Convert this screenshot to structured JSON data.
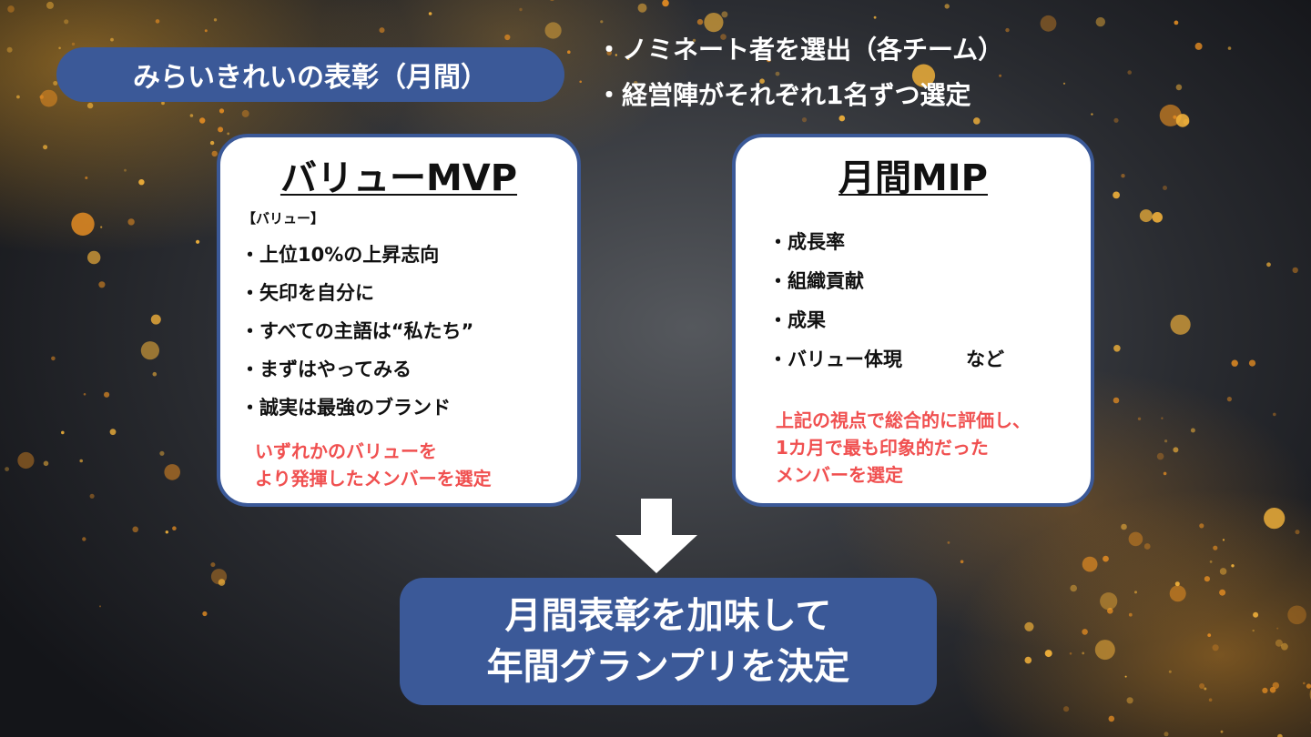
{
  "title": "みらいきれいの表彰（月間）",
  "top_bullets": [
    "・ノミネート者を選出（各チーム）",
    "・経営陣がそれぞれ1名ずつ選定"
  ],
  "value_mvp": {
    "title": "バリューMVP",
    "heading": "【バリュー】",
    "items": [
      "・上位10%の上昇志向",
      "・矢印を自分に",
      "・すべての主語は“私たち”",
      "・まずはやってみる",
      "・誠実は最強のブランド"
    ],
    "note": [
      "いずれかのバリューを",
      "より発揮したメンバーを選定"
    ]
  },
  "monthly_mip": {
    "title": "月間MIP",
    "items": [
      "・成長率",
      "・組織貢献",
      "・成果",
      "・バリュー体現"
    ],
    "items_suffix": "など",
    "note": [
      "上記の視点で総合的に評価し、",
      "1カ月で最も印象的だった",
      "メンバーを選定"
    ]
  },
  "result": [
    "月間表彰を加味して",
    "年間グランプリを決定"
  ],
  "colors": {
    "accent": "#3b5998",
    "note_red": "#f05050"
  }
}
